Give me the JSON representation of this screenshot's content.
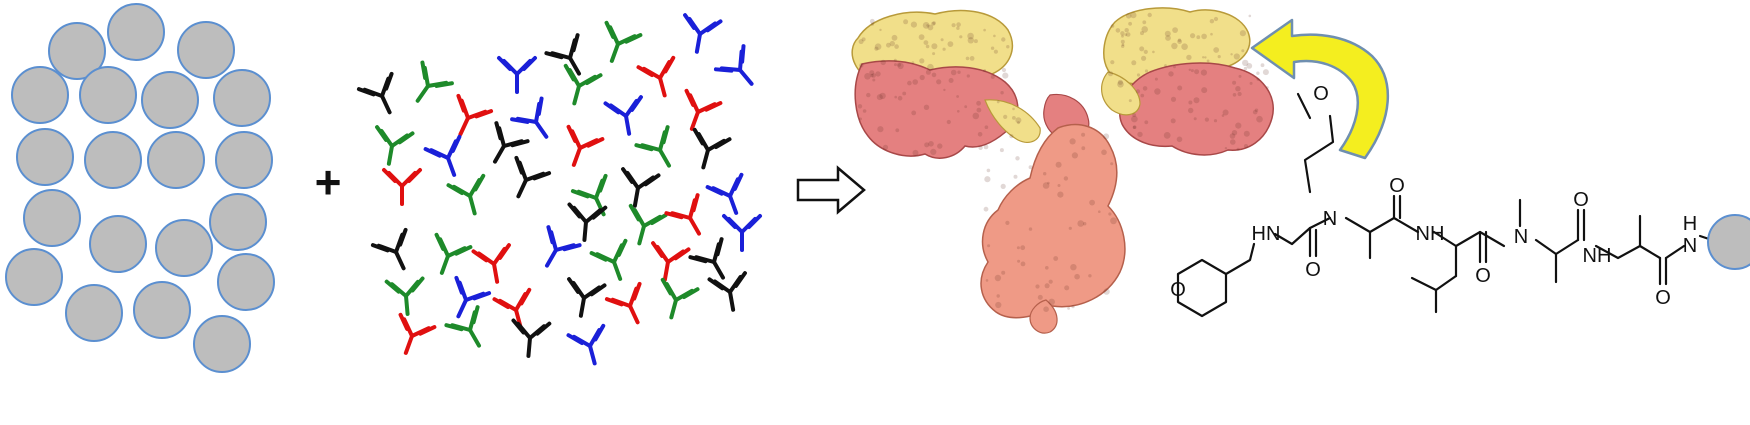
{
  "colors": {
    "bead_fill": "#bdbdbd",
    "bead_stroke": "#5b8fd0",
    "antibody_colors": [
      "#111111",
      "#1e8a2a",
      "#e01010",
      "#1a20d8"
    ],
    "protein_heavy": "#e48080",
    "protein_light": "#f1df8a",
    "protein_fc": "#ef9a86",
    "curved_arrow_fill": "#f4ee1f",
    "curved_arrow_stroke": "#6f8fb0",
    "bond": "#111111"
  },
  "icons": [
    "bead",
    "antibody-y-icon",
    "hollow-right-arrow-icon",
    "curved-arrow-icon",
    "protein-surface",
    "chemical-structure"
  ],
  "operator": {
    "plus": "+"
  },
  "molecule": {
    "atom_O_methoxy": "O",
    "atom_N_tertiary": "N",
    "atom_HN_amine": "HN",
    "atom_O_carbonyl1": "O",
    "atom_O_carbonyl2": "O",
    "atom_NH_1": "NH",
    "atom_N_methyl": "N",
    "atom_O_carbonyl3": "O",
    "atom_O_carbonyl4": "O",
    "atom_NH_2": "NH",
    "atom_O_ring": "O",
    "atom_H_terminal": "H",
    "atom_N_terminal": "N",
    "atom_O_carbonyl5": "O"
  }
}
